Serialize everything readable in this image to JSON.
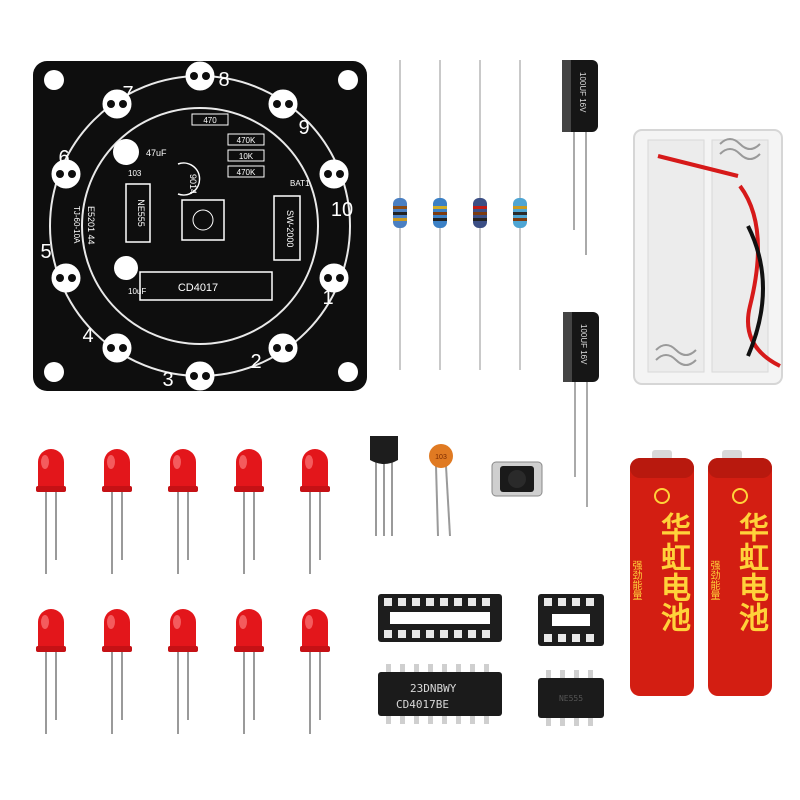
{
  "pcb": {
    "numbers": [
      "1",
      "2",
      "3",
      "4",
      "5",
      "6",
      "7",
      "8",
      "9",
      "10"
    ],
    "chip_main": "CD4017",
    "chip_timer": "NE555",
    "cap_47": "47uF",
    "cap_10": "10uF",
    "cap_103": "103",
    "transistor": "9014",
    "resistors": [
      "470",
      "470K",
      "10K",
      "470K"
    ],
    "switch": "SW-2000",
    "battery": "BAT1",
    "side_text": "E5201 44",
    "side_code": "TJ-60-10A"
  },
  "chips": {
    "large_line1": "23DNBWY",
    "large_line2": "CD4017BE",
    "small_text": "NE555"
  },
  "capacitor_text": "100UF 16V",
  "ceramic_text": "103",
  "batteries": {
    "label": "华虹电池",
    "sub_label": "强劲能量"
  },
  "colors": {
    "pcb": "#0d0d0d",
    "led": "#e3161b",
    "battery": "#d31e12",
    "battery_text": "#ffd23a"
  }
}
